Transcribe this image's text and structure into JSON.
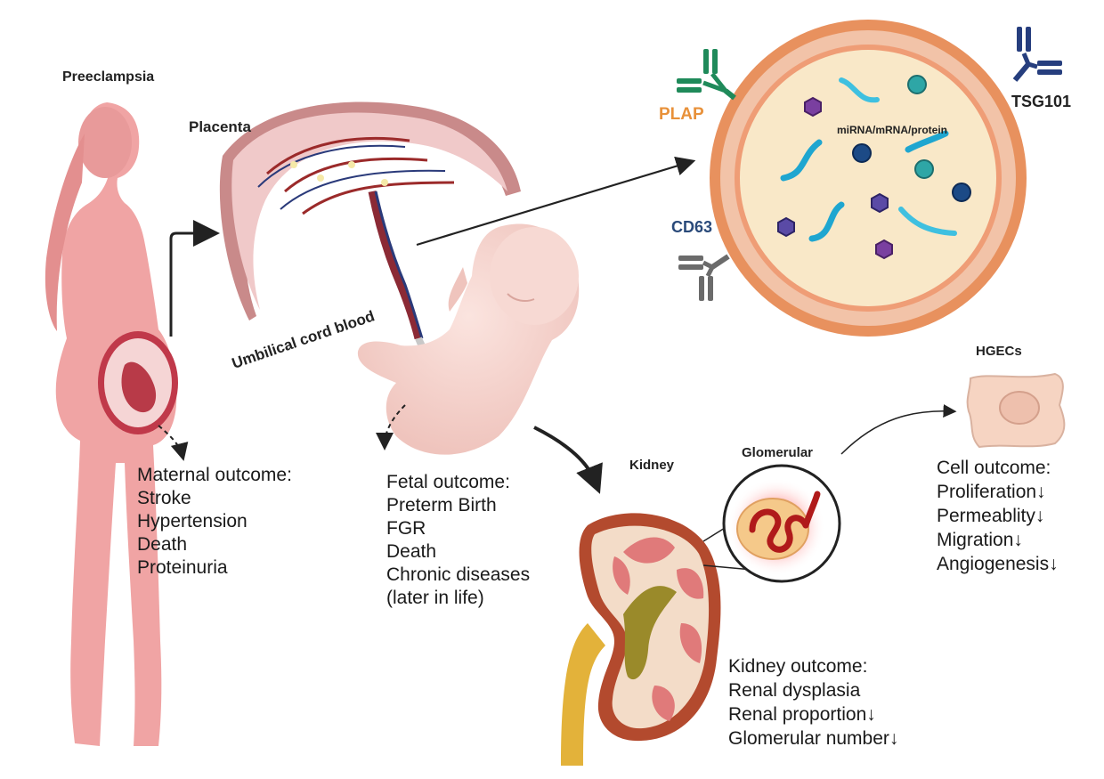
{
  "labels": {
    "preeclampsia": "Preeclampsia",
    "placenta": "Placenta",
    "umbilical_cord_blood": "Umbilical cord blood",
    "plap": "PLAP",
    "tsg101": "TSG101",
    "cd63": "CD63",
    "cargo": "miRNA/mRNA/protein",
    "hgecs": "HGECs",
    "kidney": "Kidney",
    "glomerular": "Glomerular"
  },
  "maternal_outcome": {
    "title": "Maternal outcome:",
    "items": [
      "Stroke",
      "Hypertension",
      "Death",
      "Proteinuria"
    ]
  },
  "fetal_outcome": {
    "title": "Fetal outcome:",
    "items": [
      "Preterm Birth",
      "FGR",
      "Death",
      "Chronic diseases",
      "(later in life)"
    ]
  },
  "cell_outcome": {
    "title": "Cell outcome:",
    "items": [
      "Proliferation↓",
      "Permeablity↓",
      "Migration↓",
      "Angiogenesis↓"
    ]
  },
  "kidney_outcome": {
    "title": "Kidney outcome:",
    "items": [
      "Renal dysplasia",
      "Renal proportion↓",
      "Glomerular number↓"
    ]
  },
  "colors": {
    "plap": "#e8913a",
    "tsg101": "#2b2b2b",
    "cd63": "#2a4a7a",
    "exosome_ring": "#e8915e",
    "body_skin": "#f0a4a4",
    "placenta_tissue": "#c98a8a"
  }
}
